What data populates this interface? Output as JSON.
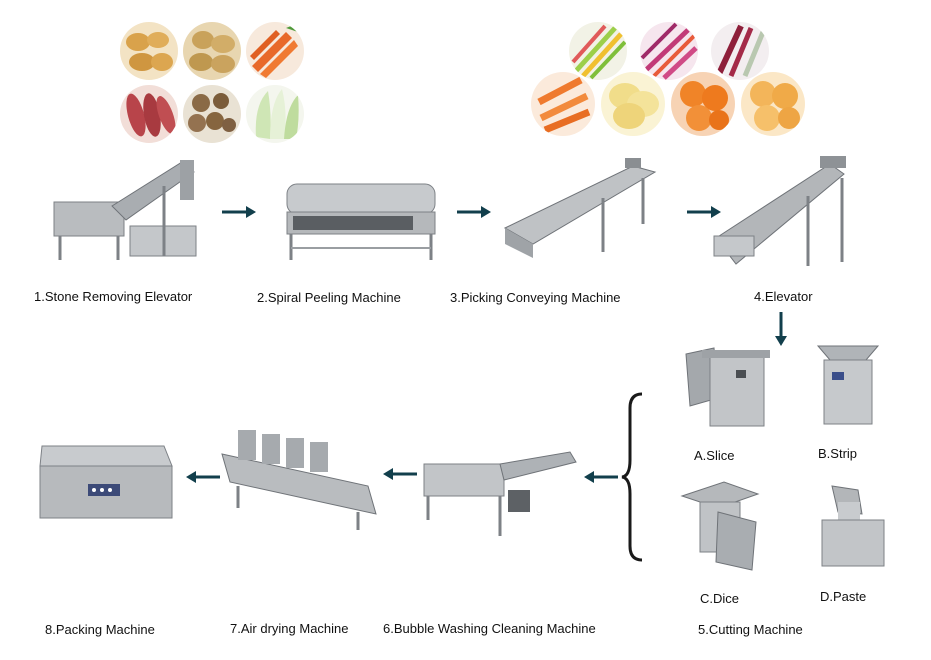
{
  "steps": [
    {
      "label": "1.Stone Removing Elevator"
    },
    {
      "label": "2.Spiral Peeling Machine"
    },
    {
      "label": "3.Picking Conveying Machine"
    },
    {
      "label": "4.Elevator"
    },
    {
      "label": "5.Cutting Machine"
    },
    {
      "label": "6.Bubble Washing Cleaning Machine"
    },
    {
      "label": "7.Air drying Machine"
    },
    {
      "label": "8.Packing Machine"
    }
  ],
  "cutting_options": [
    {
      "label": "A.Slice"
    },
    {
      "label": "B.Strip"
    },
    {
      "label": "C.Dice"
    },
    {
      "label": "D.Paste"
    }
  ],
  "raw_vegetables": [
    {
      "icon": "potatoes-icon",
      "color": "#d9a24b"
    },
    {
      "icon": "yellow-potatoes-icon",
      "color": "#c9a25a"
    },
    {
      "icon": "carrots-icon",
      "color": "#e8692a"
    },
    {
      "icon": "sweet-potatoes-icon",
      "color": "#b8444a"
    },
    {
      "icon": "taro-icon",
      "color": "#8a6a46"
    },
    {
      "icon": "cabbage-icon",
      "color": "#cfe6b5"
    }
  ],
  "cut_vegetables": [
    {
      "icon": "mixed-strips-icon",
      "color": "#9ccf4a"
    },
    {
      "icon": "purple-strips-icon",
      "color": "#c23a78"
    },
    {
      "icon": "beet-strips-icon",
      "color": "#8e1f3a"
    },
    {
      "icon": "carrot-sticks-icon",
      "color": "#ef7a2e"
    },
    {
      "icon": "potato-slices-icon",
      "color": "#f1dd8a"
    },
    {
      "icon": "carrot-slices-icon",
      "color": "#f08428"
    },
    {
      "icon": "sweet-potato-slices-icon",
      "color": "#f3b55a"
    }
  ],
  "colors": {
    "arrow": "#123f4c",
    "steel": "#b9bcbf",
    "steel_dark": "#7d8186"
  }
}
